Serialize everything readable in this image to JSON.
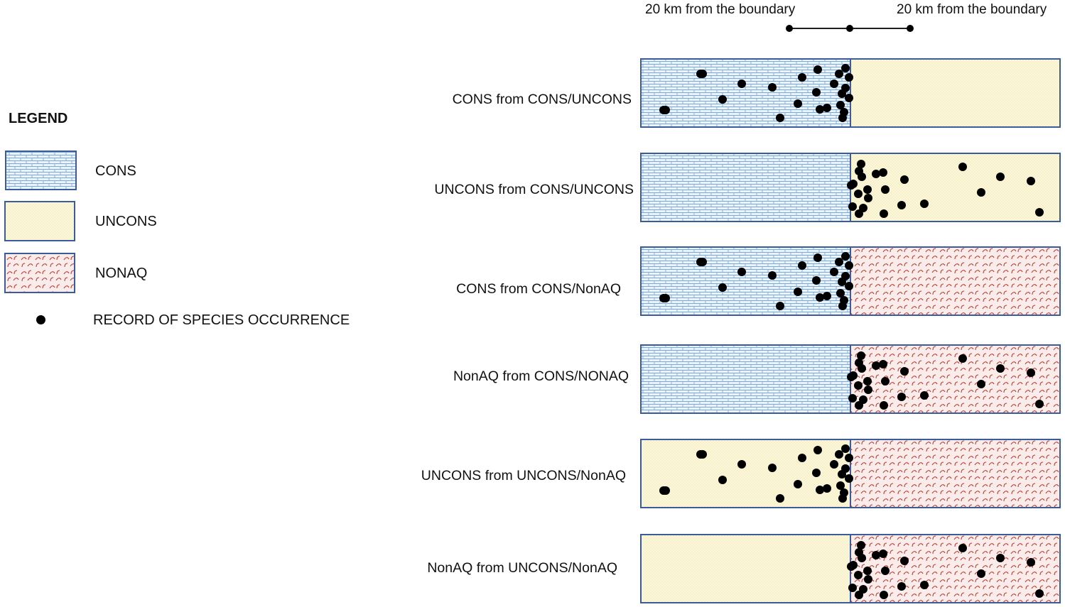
{
  "legend": {
    "title": "LEGEND",
    "items": [
      {
        "label": "CONS",
        "pattern": "cons"
      },
      {
        "label": "UNCONS",
        "pattern": "uncons"
      },
      {
        "label": "NONAQ",
        "pattern": "nonaq"
      },
      {
        "label": "RECORD OF SPECIES OCCURRENCE",
        "pattern": "dot"
      }
    ]
  },
  "scale": {
    "left_label": "20 km from the boundary",
    "right_label": "20 km from the boundary"
  },
  "colors": {
    "cons_fill": "#ebf3fb",
    "cons_line": "#7aa9d8",
    "uncons_fill": "#fcf7d8",
    "uncons_dot": "#e2d6a0",
    "nonaq_fill": "#fbecec",
    "nonaq_line": "#c0392b",
    "border": "#3b5b99",
    "occurrence": "#000000"
  },
  "rows": [
    {
      "label": "CONS from CONS/UNCONS",
      "left": "cons",
      "right": "uncons",
      "dots_side": "left"
    },
    {
      "label": "UNCONS from CONS/UNCONS",
      "left": "cons",
      "right": "uncons",
      "dots_side": "right"
    },
    {
      "label": "CONS from CONS/NonAQ",
      "left": "cons",
      "right": "nonaq",
      "dots_side": "left"
    },
    {
      "label": "NonAQ from CONS/NONAQ",
      "left": "cons",
      "right": "nonaq",
      "dots_side": "right"
    },
    {
      "label": "UNCONS from UNCONS/NonAQ",
      "left": "uncons",
      "right": "nonaq",
      "dots_side": "left"
    },
    {
      "label": "NonAQ from UNCONS/NonAQ",
      "left": "uncons",
      "right": "nonaq",
      "dots_side": "right"
    }
  ]
}
